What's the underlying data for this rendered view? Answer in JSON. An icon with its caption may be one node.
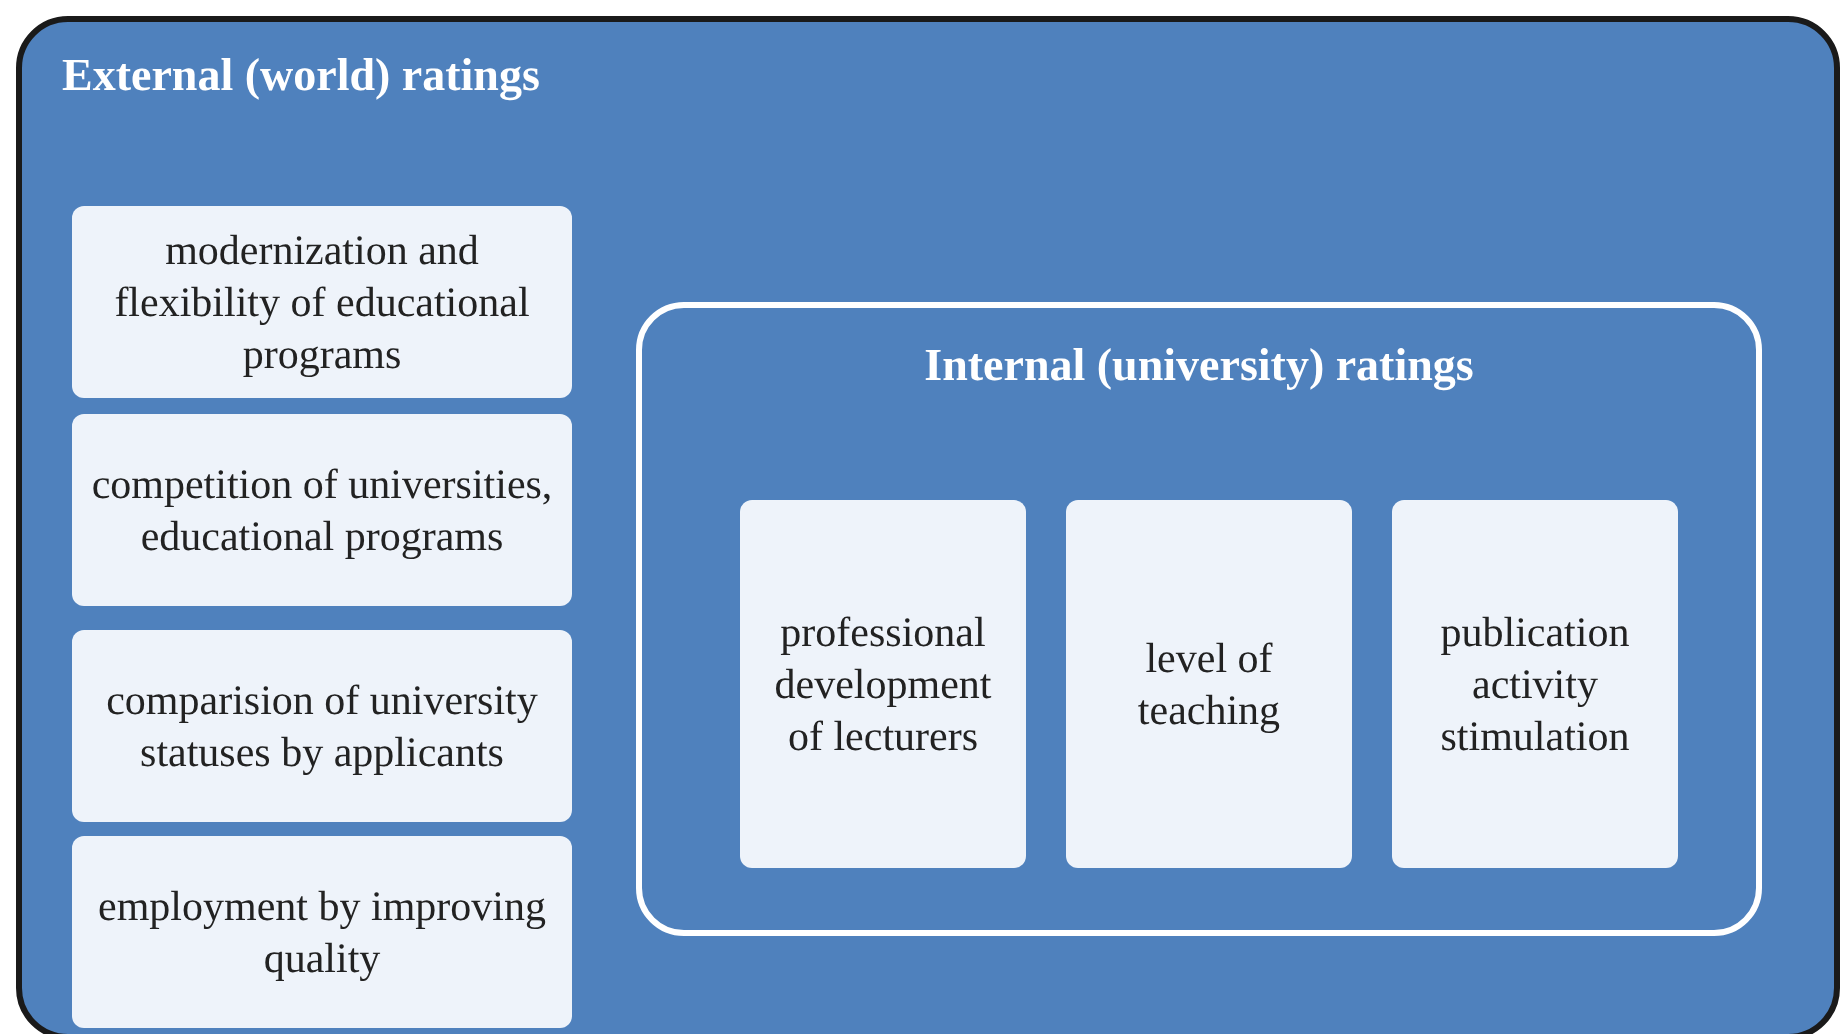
{
  "diagram": {
    "nodes": [
      {
        "text": [
          "External (world) ratings"
        ]
      },
      {
        "text": [
          "modernization and flexibility of educational programs"
        ],
        "in": 0
      },
      {
        "text": [
          "competition of universities, educational programs"
        ],
        "in": 0
      },
      {
        "text": [
          "comparision of university statuses by applicants"
        ],
        "in": 0
      },
      {
        "text": [
          "employment by improving quality"
        ],
        "in": 0
      },
      {
        "text": [
          "Internal (university) ratings"
        ],
        "in": 0
      },
      {
        "text": [
          "professional development of lecturers"
        ],
        "in": 5
      },
      {
        "text": [
          "level of teaching"
        ],
        "in": 5
      },
      {
        "text": [
          "publication activity stimulation"
        ],
        "in": 5
      }
    ]
  }
}
